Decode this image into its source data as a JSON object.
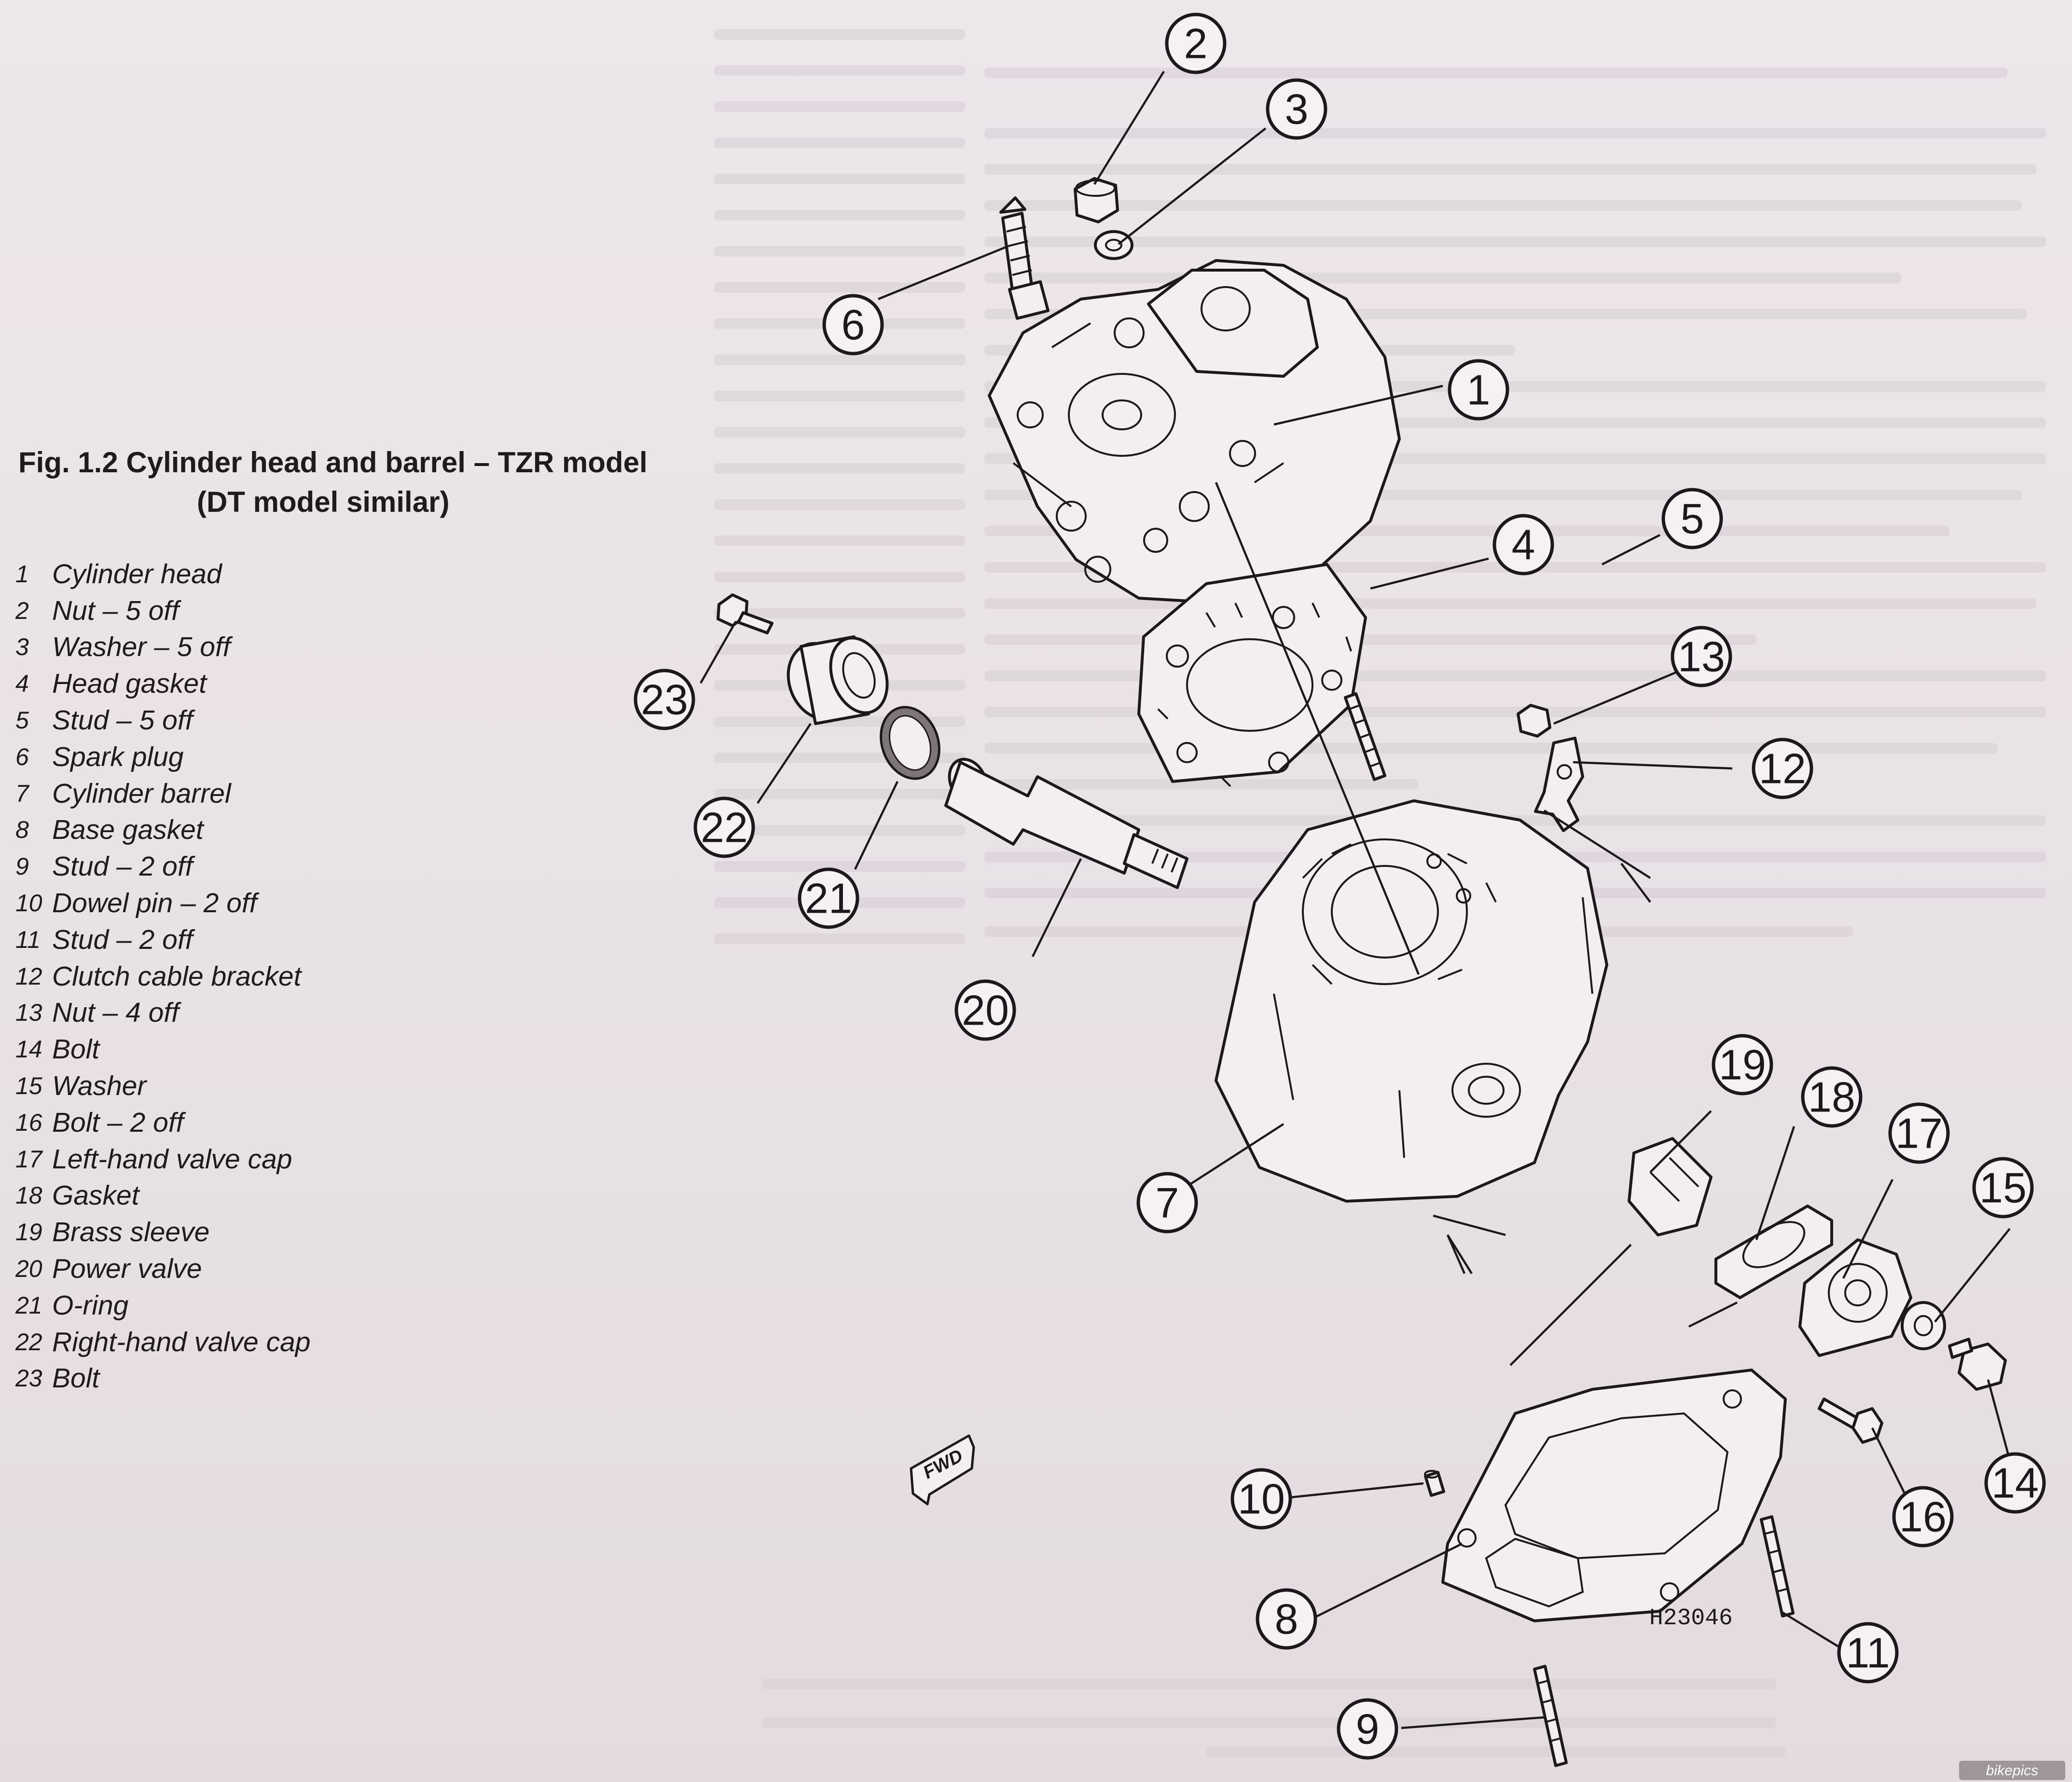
{
  "figure": {
    "title_line1": "Fig. 1.2 Cylinder head and barrel – TZR model",
    "title_line2": "(DT model similar)"
  },
  "legend": [
    {
      "num": "1",
      "text": "Cylinder head"
    },
    {
      "num": "2",
      "text": "Nut – 5 off"
    },
    {
      "num": "3",
      "text": "Washer – 5 off"
    },
    {
      "num": "4",
      "text": "Head gasket"
    },
    {
      "num": "5",
      "text": "Stud – 5 off"
    },
    {
      "num": "6",
      "text": "Spark plug"
    },
    {
      "num": "7",
      "text": "Cylinder barrel"
    },
    {
      "num": "8",
      "text": "Base gasket"
    },
    {
      "num": "9",
      "text": "Stud – 2 off"
    },
    {
      "num": "10",
      "text": "Dowel pin – 2 off"
    },
    {
      "num": "11",
      "text": "Stud – 2 off"
    },
    {
      "num": "12",
      "text": "Clutch cable bracket"
    },
    {
      "num": "13",
      "text": "Nut – 4 off"
    },
    {
      "num": "14",
      "text": "Bolt"
    },
    {
      "num": "15",
      "text": "Washer"
    },
    {
      "num": "16",
      "text": "Bolt – 2 off"
    },
    {
      "num": "17",
      "text": "Left-hand valve cap"
    },
    {
      "num": "18",
      "text": "Gasket"
    },
    {
      "num": "19",
      "text": "Brass sleeve"
    },
    {
      "num": "20",
      "text": "Power valve"
    },
    {
      "num": "21",
      "text": "O-ring"
    },
    {
      "num": "22",
      "text": "Right-hand valve cap"
    },
    {
      "num": "23",
      "text": "Bolt"
    }
  ],
  "callouts": [
    "1",
    "2",
    "3",
    "4",
    "5",
    "6",
    "7",
    "8",
    "9",
    "10",
    "11",
    "12",
    "13",
    "14",
    "15",
    "16",
    "17",
    "18",
    "19",
    "20",
    "21",
    "22",
    "23"
  ],
  "direction_arrow": "FWD",
  "reference_code": "H23046",
  "watermark": "bikepics",
  "colors": {
    "paper": "#ece5e9",
    "ink": "#1c181b"
  }
}
